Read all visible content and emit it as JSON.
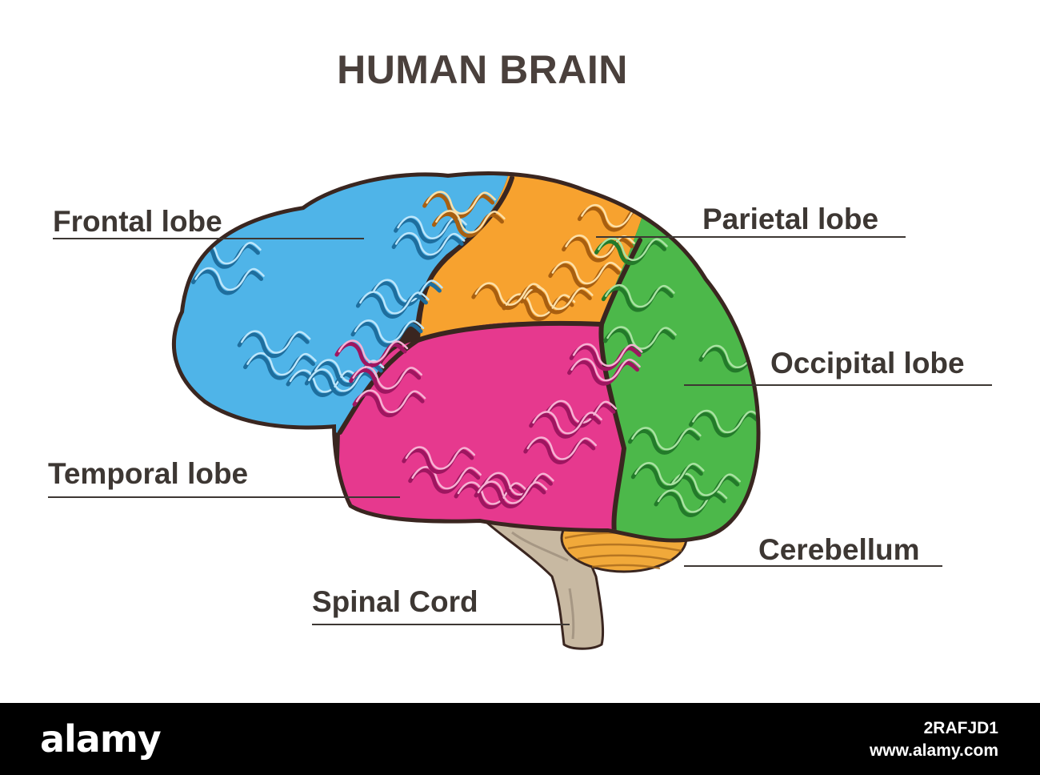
{
  "title": "HUMAN BRAIN",
  "labels": {
    "frontal": "Frontal lobe",
    "parietal": "Parietal lobe",
    "occipital": "Occipital lobe",
    "temporal": "Temporal lobe",
    "cerebellum": "Cerebellum",
    "spinal": "Spinal Cord"
  },
  "colors": {
    "frontal": "#4fb4e8",
    "parietal": "#f7a22f",
    "occipital": "#4cb84a",
    "temporal": "#e6398e",
    "cerebellum": "#f1a93a",
    "spinal": "#c8b9a2",
    "outline": "#3a2620",
    "text": "#3d3733"
  },
  "footer": {
    "logo": "alamy",
    "image_id": "2RAFJD1",
    "url": "www.alamy.com"
  }
}
